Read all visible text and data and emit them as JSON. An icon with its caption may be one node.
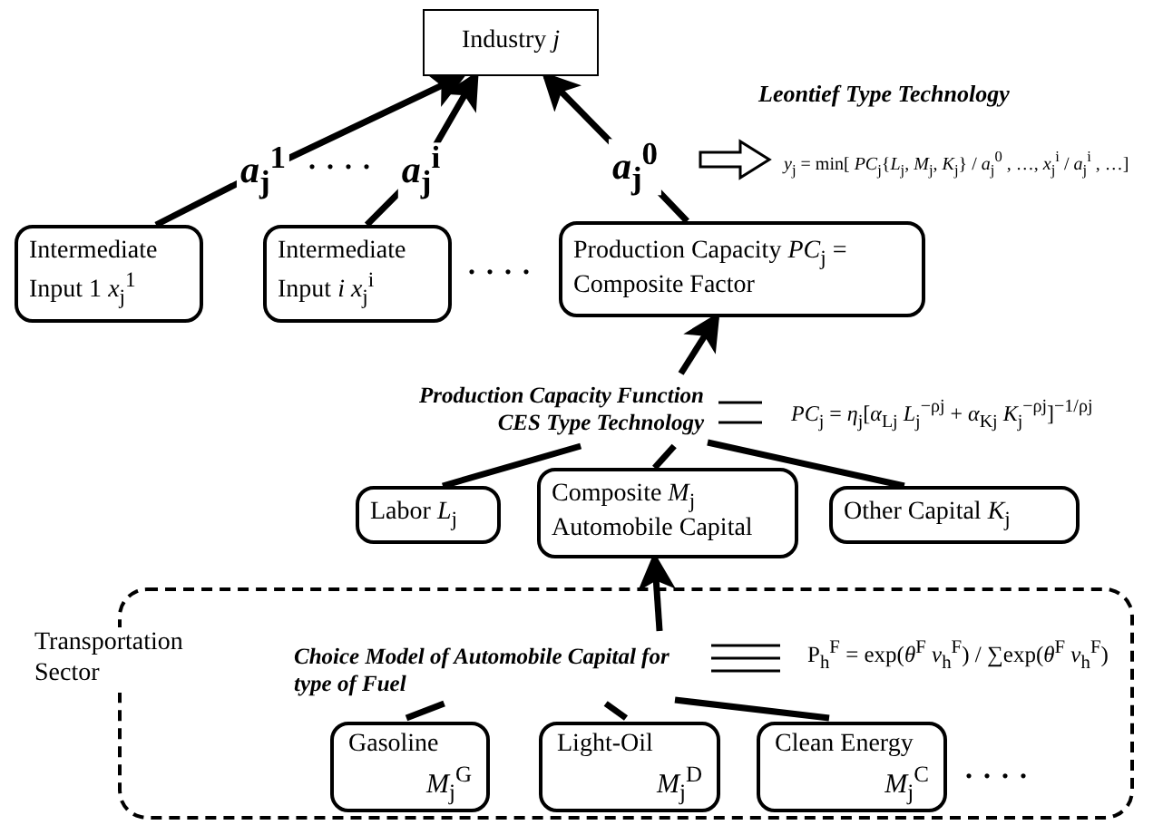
{
  "diagram": {
    "nodes": [
      {
        "text": [
          "Industry *j*"
        ]
      },
      {
        "text": [
          "Intermediate Input 1 *x*$_{j}$$^{1}$"
        ]
      },
      {
        "text": [
          "Intermediate Input *i* *x*$_{j}$$^{i}$"
        ]
      },
      {
        "text": [
          "Production Capacity *PC*$_{j}$ = Composite Factor"
        ]
      },
      {
        "text": [
          "Production Capacity Function CES Type Technology"
        ]
      },
      {
        "text": [
          "Labor *L*$_{j}$"
        ]
      },
      {
        "text": [
          "Composite *M*$_{j}$ Automobile Capital"
        ]
      },
      {
        "text": [
          "Other Capital *K*$_{j}$"
        ]
      },
      {
        "text": [
          "Transportation Sector"
        ]
      },
      {
        "text": [
          "Choice Model of Automobile Capital for type of Fuel"
        ],
        "in": 8
      },
      {
        "text": [
          "Gasoline",
          "*M*$_{j}$$^{G}$"
        ],
        "in": 8
      },
      {
        "text": [
          "Light-Oil",
          "*M*$_{j}$$^{D}$"
        ],
        "in": 8
      },
      {
        "text": [
          "Clean Energy",
          "*M*$_{j}$$^{C}$"
        ],
        "in": 8
      }
    ],
    "edges": [
      {
        "from": 1,
        "to": 0,
        "arrow": "to",
        "label": "*a*$_{j}$$^{1}$"
      },
      {
        "from": 2,
        "to": 0,
        "arrow": "to",
        "label": "*a*$_{j}$$^{i}$"
      },
      {
        "from": 3,
        "to": 0,
        "arrow": "to",
        "label": "*a*$_{j}$$^{0}$"
      },
      {
        "from": 4,
        "to": 3,
        "arrow": "to"
      },
      {
        "from": 5,
        "to": 4,
        "arrow": "none"
      },
      {
        "from": 6,
        "to": 4,
        "arrow": "none"
      },
      {
        "from": 7,
        "to": 4,
        "arrow": "none"
      },
      {
        "from": 9,
        "to": 6,
        "arrow": "to"
      },
      {
        "from": 10,
        "to": 9,
        "arrow": "none"
      },
      {
        "from": 11,
        "to": 9,
        "arrow": "none"
      },
      {
        "from": 12,
        "to": 9,
        "arrow": "none"
      }
    ],
    "labels": [
      "Leontief Type Technology",
      ". . . .",
      "*y*$_{j}$ = min[ *PC*$_{j}${*L*$_{j}$, *M*$_{j}$, *K*$_{j}$} / *a*$_{j}$$^{0}$ , …, *x*$_{j}$$^{i}$ / *a*$_{j}$$^{i}$ , …]",
      ". . . .",
      "*PC*$_{j}$ = *η*$_{j}$[*α*$_{Lj}$ *L*$_{j}$$^{−ρj}$ + *α*$_{Kj}$ *K*$_{j}$$^{−ρj}$]$^{−1/ρj}$",
      "P$_{h}$$^{F}$ = exp(*θ*$^{F}$ *ν*$_{h}$$^{F}$) / ∑exp(*θ*$^{F}$ *ν*$_{h}$$^{F}$)",
      ". . . ."
    ]
  }
}
